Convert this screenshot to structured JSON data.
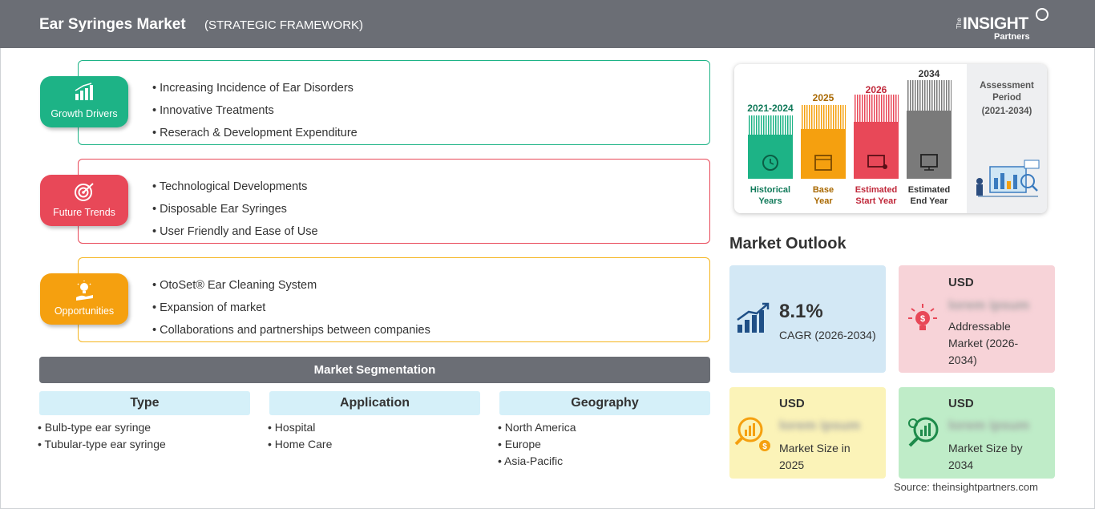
{
  "header": {
    "title": "Ear Syringes Market",
    "subtitle": "(STRATEGIC FRAMEWORK)",
    "logo_the": "The",
    "logo_insight": "INSIGHT",
    "logo_partners": "Partners"
  },
  "framework": {
    "growth_drivers": {
      "label": "Growth Drivers",
      "color": "#1db386",
      "items": [
        "Increasing Incidence of Ear Disorders",
        "Innovative Treatments",
        "Reserach & Development Expenditure"
      ]
    },
    "future_trends": {
      "label": "Future Trends",
      "color": "#e84858",
      "items": [
        "Technological Developments",
        "Disposable Ear Syringes",
        "User Friendly and Ease of Use"
      ]
    },
    "opportunities": {
      "label": "Opportunities",
      "color": "#f5a00f",
      "items": [
        "OtoSet® Ear Cleaning System",
        "Expansion of market",
        "Collaborations and partnerships between companies"
      ]
    }
  },
  "segmentation": {
    "title": "Market Segmentation",
    "columns": [
      {
        "head": "Type",
        "items": [
          "Bulb-type ear syringe",
          "Tubular-type ear syringe"
        ]
      },
      {
        "head": "Application",
        "items": [
          "Hospital",
          "Home Care"
        ]
      },
      {
        "head": "Geography",
        "items": [
          "North America",
          "Europe",
          "Asia-Pacific"
        ]
      }
    ]
  },
  "timeline": {
    "columns": [
      {
        "year": "2021-2024",
        "caption_1": "Historical",
        "caption_2": "Years",
        "color": "#1db386"
      },
      {
        "year": "2025",
        "caption_1": "Base",
        "caption_2": "Year",
        "color": "#f5a00f"
      },
      {
        "year": "2026",
        "caption_1": "Estimated",
        "caption_2": "Start Year",
        "color": "#e84858"
      },
      {
        "year": "2034",
        "caption_1": "Estimated",
        "caption_2": "End Year",
        "color": "#7a7a7a"
      }
    ],
    "assessment_label_1": "Assessment",
    "assessment_label_2": "Period",
    "assessment_range": "(2021-2034)"
  },
  "outlook": {
    "title": "Market Outlook",
    "cagr_value": "8.1%",
    "cagr_label": "CAGR (2026-2034)",
    "addressable_usd": "USD",
    "addressable_value": "lorem ipsum",
    "addressable_label_1": "Addressable",
    "addressable_label_2": "Market (2026-",
    "addressable_label_3": "2034)",
    "size2025_usd": "USD",
    "size2025_value": "lorem ipsum",
    "size2025_label_1": "Market Size in",
    "size2025_label_2": "2025",
    "size2034_usd": "USD",
    "size2034_value": "lorem ipsum",
    "size2034_label_1": "Market Size by",
    "size2034_label_2": "2034"
  },
  "source": "Source: theinsightpartners.com"
}
